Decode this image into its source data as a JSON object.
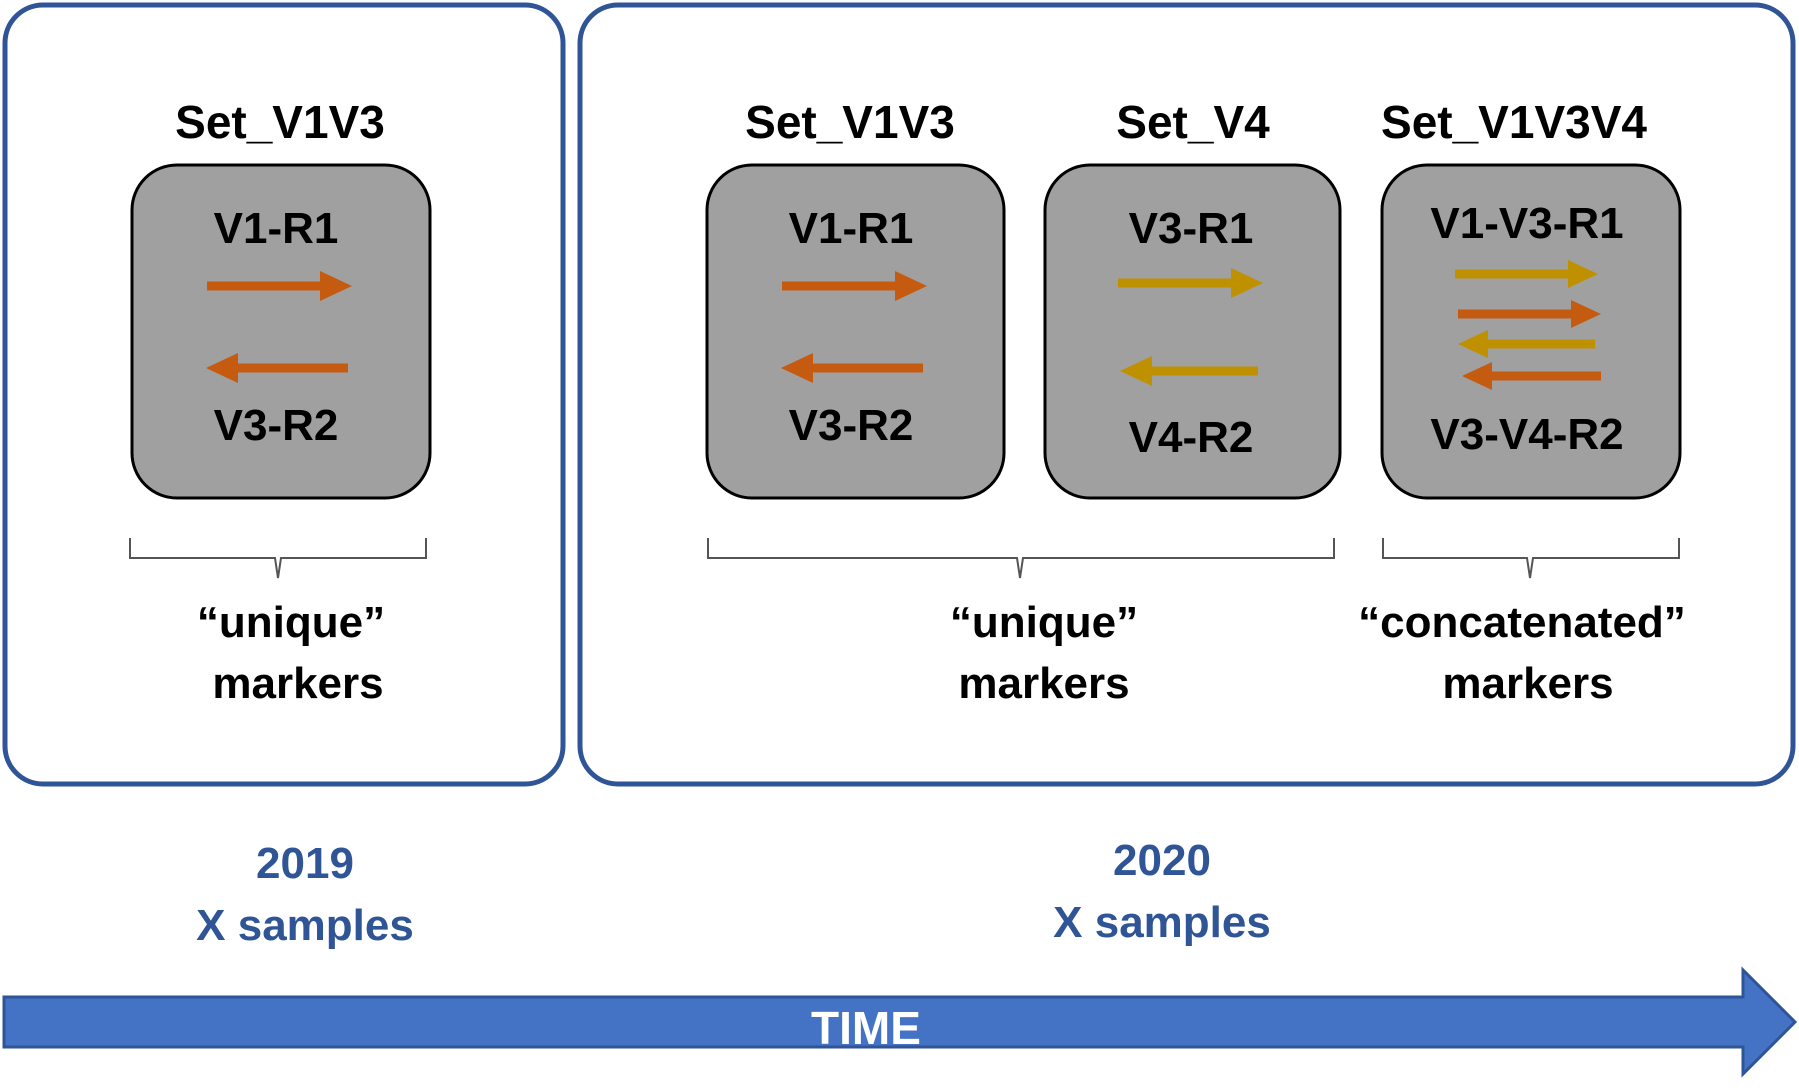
{
  "colors": {
    "frame": "#2F5597",
    "card_fill": "#A0A0A0",
    "primer_orange": "#C55A11",
    "primer_gold": "#BF9000",
    "year_text": "#2F5597",
    "time_arrow": "#4472C4"
  },
  "panel_2019": {
    "sets": [
      {
        "title": "Set_V1V3",
        "forward": "V1-R1",
        "reverse": "V3-R2"
      }
    ],
    "group_note": {
      "line1": "“unique”",
      "line2": "markers"
    },
    "year": "2019",
    "samples": "X samples"
  },
  "panel_2020": {
    "sets": [
      {
        "title": "Set_V1V3",
        "forward": "V1-R1",
        "reverse": "V3-R2"
      },
      {
        "title": "Set_V4",
        "forward": "V3-R1",
        "reverse": "V4-R2"
      },
      {
        "title": "Set_V1V3V4",
        "forward": "V1-V3-R1",
        "reverse": "V3-V4-R2"
      }
    ],
    "unique_note": {
      "line1": "“unique”",
      "line2": "markers"
    },
    "concat_note": {
      "line1": "“concatenated”",
      "line2": "markers"
    },
    "year": "2020",
    "samples": "X samples"
  },
  "timeline": {
    "label": "TIME"
  }
}
